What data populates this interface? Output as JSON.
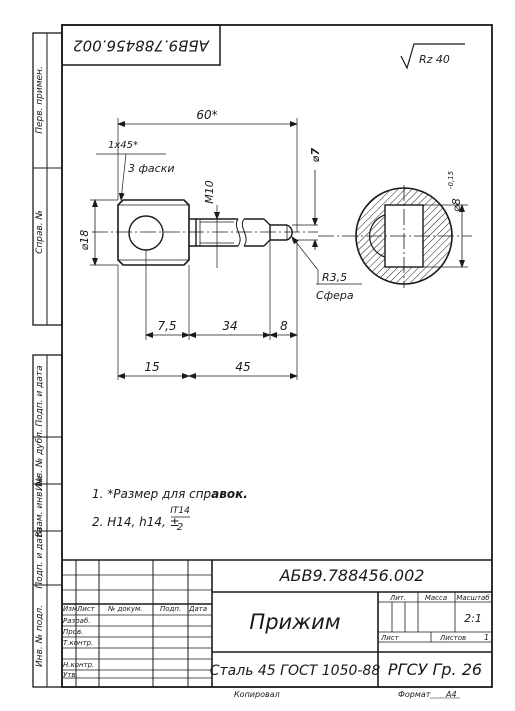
{
  "drawing": {
    "rotated_code": "АБВ9.788456.002",
    "roughness": "Rz 40",
    "dims": {
      "overall": "60*",
      "chamfer": "1x45*",
      "chamfer_note": "3 фаски",
      "thread": "M10",
      "dia_head": "⌀18",
      "dia_7": "⌀7",
      "dia_8": "⌀8",
      "dia_8_tol": "-0,15",
      "radius": "R3,5",
      "sphere": "Сфера",
      "d7_5": "7,5",
      "d34": "34",
      "d8": "8",
      "d15": "15",
      "d45": "45"
    },
    "notes": {
      "n1_prefix": "1. *Размер для спр",
      "n1_bold": "авок.",
      "n2_prefix": "2. H14, h14, ±",
      "n2_num": "IT14",
      "n2_den": "2"
    }
  },
  "left_strip": {
    "perv_primen": "Перв. примен.",
    "sprav_no": "Справ. №",
    "podp_data_1": "Подп. и дата",
    "inv_dubl": "Инв. № дубл.",
    "vzam_inv": "Взам. инв. №",
    "podp_data_2": "Подп. и дата",
    "inv_podl": "Инв. № подл."
  },
  "title_block": {
    "designation": "АБВ9.788456.002",
    "name": "Прижим",
    "material": "Сталь 45 ГОСТ 1050-88",
    "org": "РГСУ Гр. 26",
    "scale": "2:1",
    "sheets": "1",
    "hdr": {
      "izm": "Изм.",
      "list": "Лист",
      "doc": "№ докум.",
      "podp": "Подп.",
      "data": "Дата"
    },
    "rows": {
      "razrab": "Разраб.",
      "prov": "Пров.",
      "tkontr": "Т.контр.",
      "nkontr": "Н.контр.",
      "utv": "Утв."
    },
    "lit": "Лит.",
    "massa": "Масса",
    "masshtab": "Масштаб",
    "list_lbl": "Лист",
    "listov_lbl": "Листов"
  },
  "footer": {
    "kopiroval": "Копировал",
    "format": "Формат",
    "format_val": "A4"
  }
}
